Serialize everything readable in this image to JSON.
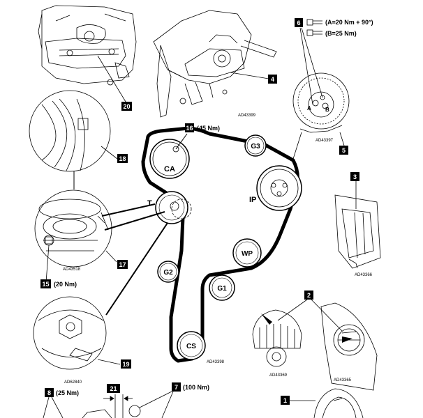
{
  "callouts": {
    "c1": "1",
    "c2": "2",
    "c3": "3",
    "c4": "4",
    "c5": "5",
    "c6": "6",
    "c7": "7",
    "c8": "8",
    "c15": "15",
    "c16": "16",
    "c17": "17",
    "c18": "18",
    "c19": "19",
    "c20": "20",
    "c21": "21"
  },
  "torques": {
    "t6a": "(A=20 Nm + 90°)",
    "t6b": "(B=25 Nm)",
    "t16": "(45 Nm)",
    "t15": "(20 Nm)",
    "t8": "(25 Nm)",
    "t7": "(100 Nm)"
  },
  "pulleys": {
    "ca": "CA",
    "ip": "IP",
    "wp": "WP",
    "g1": "G1",
    "g2": "G2",
    "g3": "G3",
    "cs": "CS",
    "t": "T"
  },
  "letters": {
    "a": "A",
    "b": "B"
  },
  "refs": {
    "r1": "AD43399",
    "r2": "AD43397",
    "r3": "AD43518",
    "r4": "AD43398",
    "r5": "AD43366",
    "r6": "AD43369",
    "r7": "AD43365",
    "r8": "AD62840"
  },
  "colors": {
    "ink": "#000000",
    "paper": "#ffffff"
  }
}
